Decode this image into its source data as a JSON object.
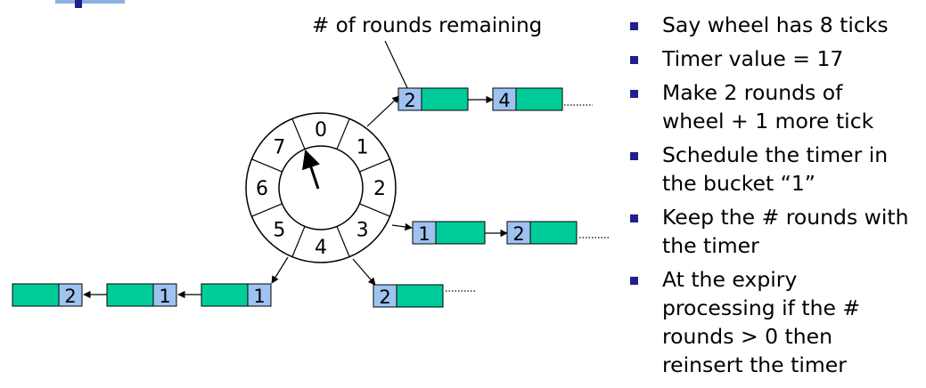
{
  "diagram": {
    "annotation": "# of rounds remaining",
    "wheel_slots": [
      "0",
      "1",
      "2",
      "3",
      "4",
      "5",
      "6",
      "7"
    ],
    "chains": [
      {
        "name": "slot-1-chain",
        "rounds": [
          "2",
          "4"
        ]
      },
      {
        "name": "slot-3-chain",
        "rounds": [
          "1",
          "2"
        ]
      },
      {
        "name": "slot-4-chain",
        "rounds": [
          "2"
        ]
      },
      {
        "name": "slot-5-chain",
        "rounds": [
          "1",
          "1",
          "2"
        ]
      }
    ],
    "colors": {
      "slot_box": "#9ec3f0",
      "timer_box": "#00cc99",
      "bullet": "#1f1f8f"
    }
  },
  "bullets": [
    {
      "lines": [
        "Say wheel has 8 ticks"
      ]
    },
    {
      "lines": [
        "Timer value = 17"
      ]
    },
    {
      "lines": [
        "Make 2 rounds of",
        "wheel + 1 more tick"
      ]
    },
    {
      "lines": [
        "Schedule the timer in",
        "the bucket “1”"
      ]
    },
    {
      "lines": [
        "Keep the # rounds with",
        "the timer"
      ]
    },
    {
      "lines": [
        "At the expiry",
        "processing if the #",
        "rounds > 0 then",
        "reinsert the timer"
      ]
    }
  ]
}
